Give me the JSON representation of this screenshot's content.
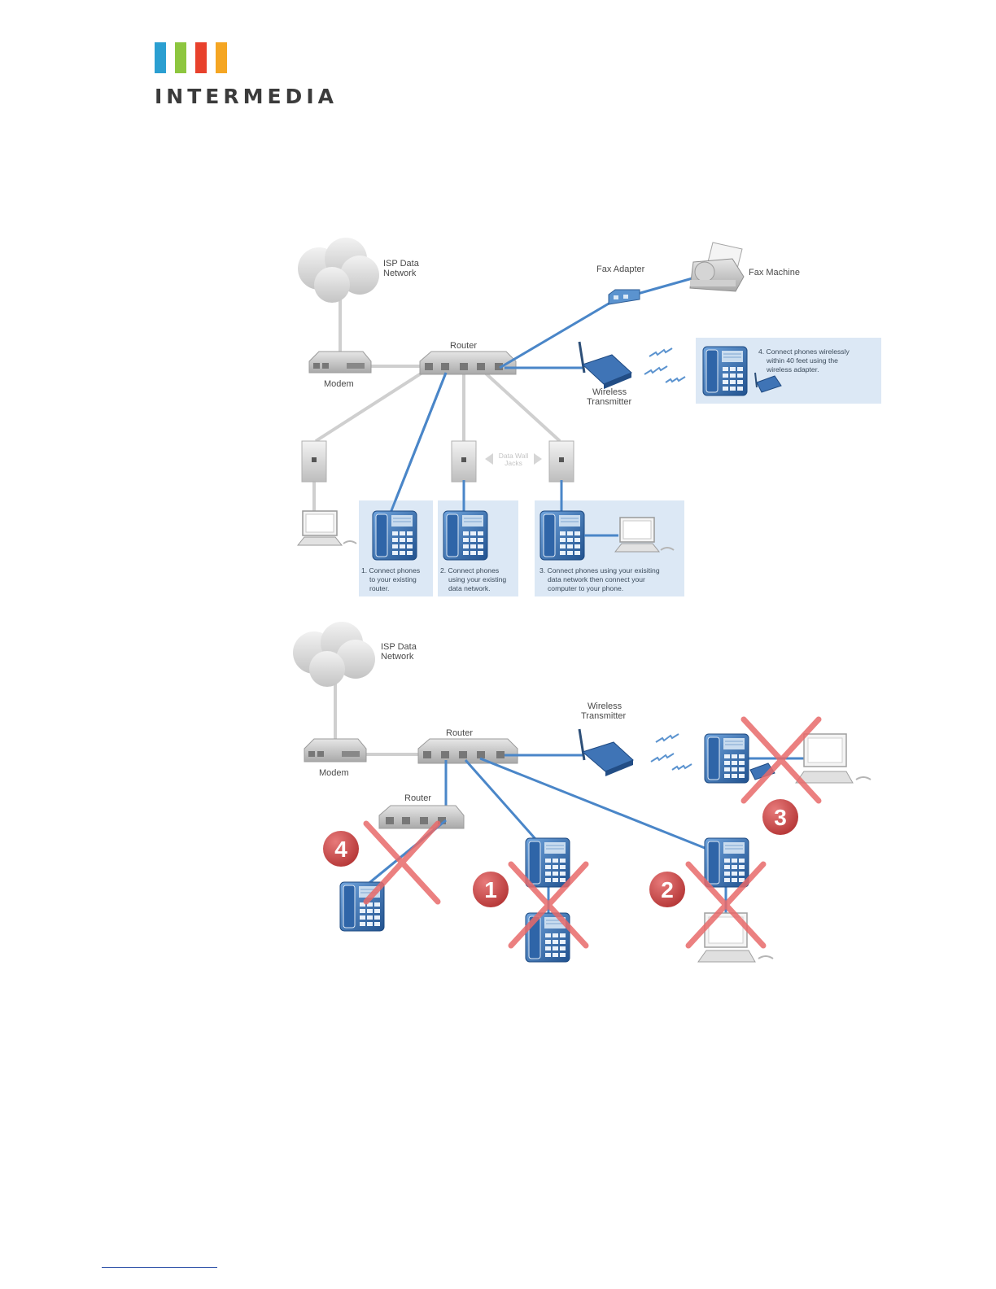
{
  "brand": {
    "name": "INTERMEDIA",
    "bar_colors": [
      "#2b9fd1",
      "#8dc63f",
      "#e8412c",
      "#f5a623"
    ]
  },
  "diagram_top": {
    "cloud": [
      "ISP Data",
      "Network"
    ],
    "modem": "Modem",
    "router": "Router",
    "fax_adapter": "Fax Adapter",
    "fax_machine": "Fax Machine",
    "wireless": [
      "Wireless",
      "Transmitter"
    ],
    "wall_jacks": [
      "Data Wall",
      "Jacks"
    ],
    "captions": {
      "c1": [
        "1. Connect phones",
        "to your existing",
        "router."
      ],
      "c2": [
        "2. Connect phones",
        "using your existing",
        "data network."
      ],
      "c3": [
        "3. Connect phones using your exisiting",
        "data network then connect your",
        "computer to your phone."
      ],
      "c4": [
        "4. Connect phones wirelessly",
        "within 40 feet using the",
        "wireless adapter."
      ]
    }
  },
  "diagram_bottom": {
    "cloud": [
      "ISP Data",
      "Network"
    ],
    "modem": "Modem",
    "router": "Router",
    "router2": "Router",
    "wireless": [
      "Wireless",
      "Transmitter"
    ],
    "badges": [
      "1",
      "2",
      "3",
      "4"
    ]
  },
  "colors": {
    "cable_blue": "#4a86c8",
    "cable_gray": "#c9c9c9",
    "panel": "#dce8f5",
    "x_mark": "#e86a6a",
    "badge": "#c94040"
  }
}
